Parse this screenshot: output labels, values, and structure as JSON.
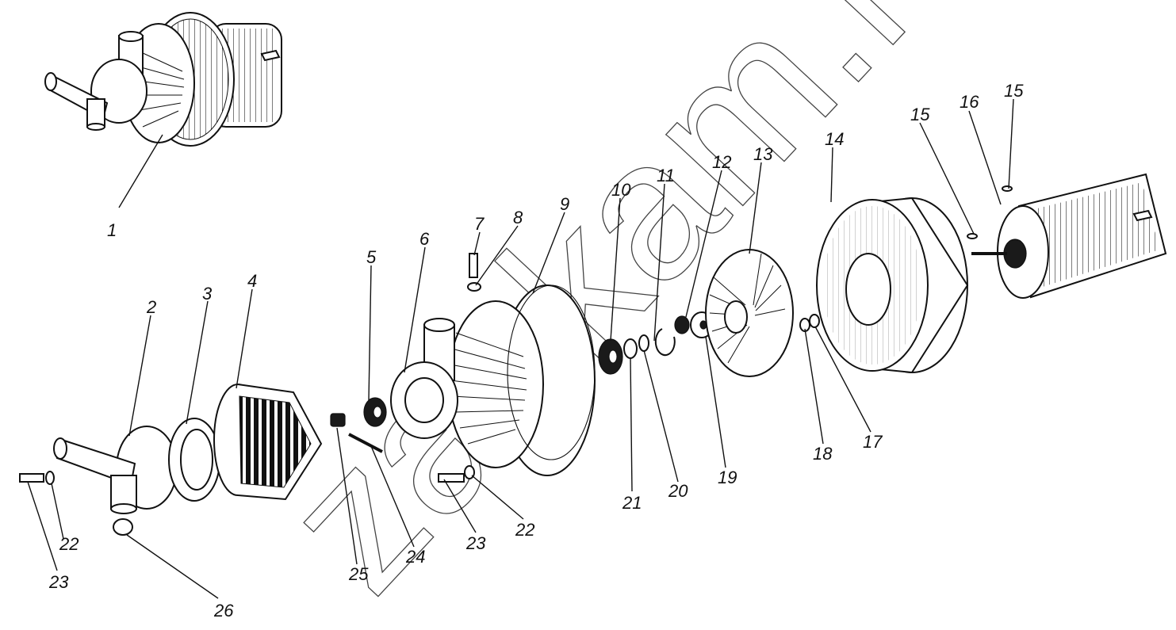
{
  "watermark": "zapkam.ru",
  "callouts": {
    "c1": "1",
    "c2": "2",
    "c3": "3",
    "c4": "4",
    "c5": "5",
    "c6": "6",
    "c7": "7",
    "c8": "8",
    "c9": "9",
    "c10": "10",
    "c11": "11",
    "c12": "12",
    "c13": "13",
    "c14": "14",
    "c15a": "15",
    "c15b": "15",
    "c16": "16",
    "c17": "17",
    "c18": "18",
    "c19": "19",
    "c20": "20",
    "c21": "21",
    "c22a": "22",
    "c22b": "22",
    "c23a": "23",
    "c23b": "23",
    "c24": "24",
    "c25": "25",
    "c26": "26"
  }
}
